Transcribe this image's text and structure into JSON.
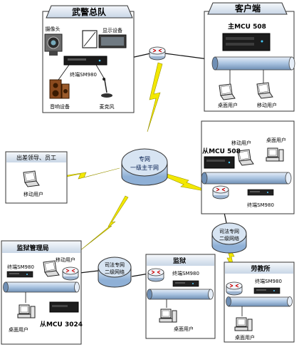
{
  "sites": {
    "hq": {
      "title": "武警总队",
      "camera": "摄像头",
      "display": "显示设备",
      "terminal": "终端SM980",
      "audio": "音响设备",
      "mic": "麦克风"
    },
    "client": {
      "title": "客户端",
      "mcu": "主MCU 508",
      "desktop": "桌面用户",
      "mobile": "移动用户"
    },
    "field": {
      "title": "出差领导、员工",
      "mobile": "移动用户"
    },
    "branch_right": {
      "mobile": "移动用户",
      "desktop": "桌面用户",
      "mcu": "从MCU 508",
      "terminal": "终端SM980"
    },
    "prison_bureau": {
      "title": "监狱管理局",
      "mobile": "移动用户",
      "terminal": "终端SM980",
      "desktop": "桌面用户",
      "mcu": "从MCU 3024"
    },
    "prison": {
      "title": "监狱",
      "terminal": "终端SM980",
      "desktop": "桌面用户"
    },
    "detention": {
      "title": "劳教所",
      "terminal": "终端SM980",
      "desktop": "桌面用户"
    }
  },
  "networks": {
    "backbone_line1": "专网",
    "backbone_line2": "一级主干网",
    "judicial_right_line1": "司法专网",
    "judicial_right_line2": "二级网络",
    "judicial_left_line1": "司法专网",
    "judicial_left_line2": "二级网络"
  },
  "colors": {
    "panel_border": "#3a3a3a",
    "title_bg": "#dfe8f2",
    "network_fill": "#c9d9ea",
    "pipe_fill": "#b6cde6",
    "lightning": "#f3e800",
    "router": "#e8eef6"
  }
}
